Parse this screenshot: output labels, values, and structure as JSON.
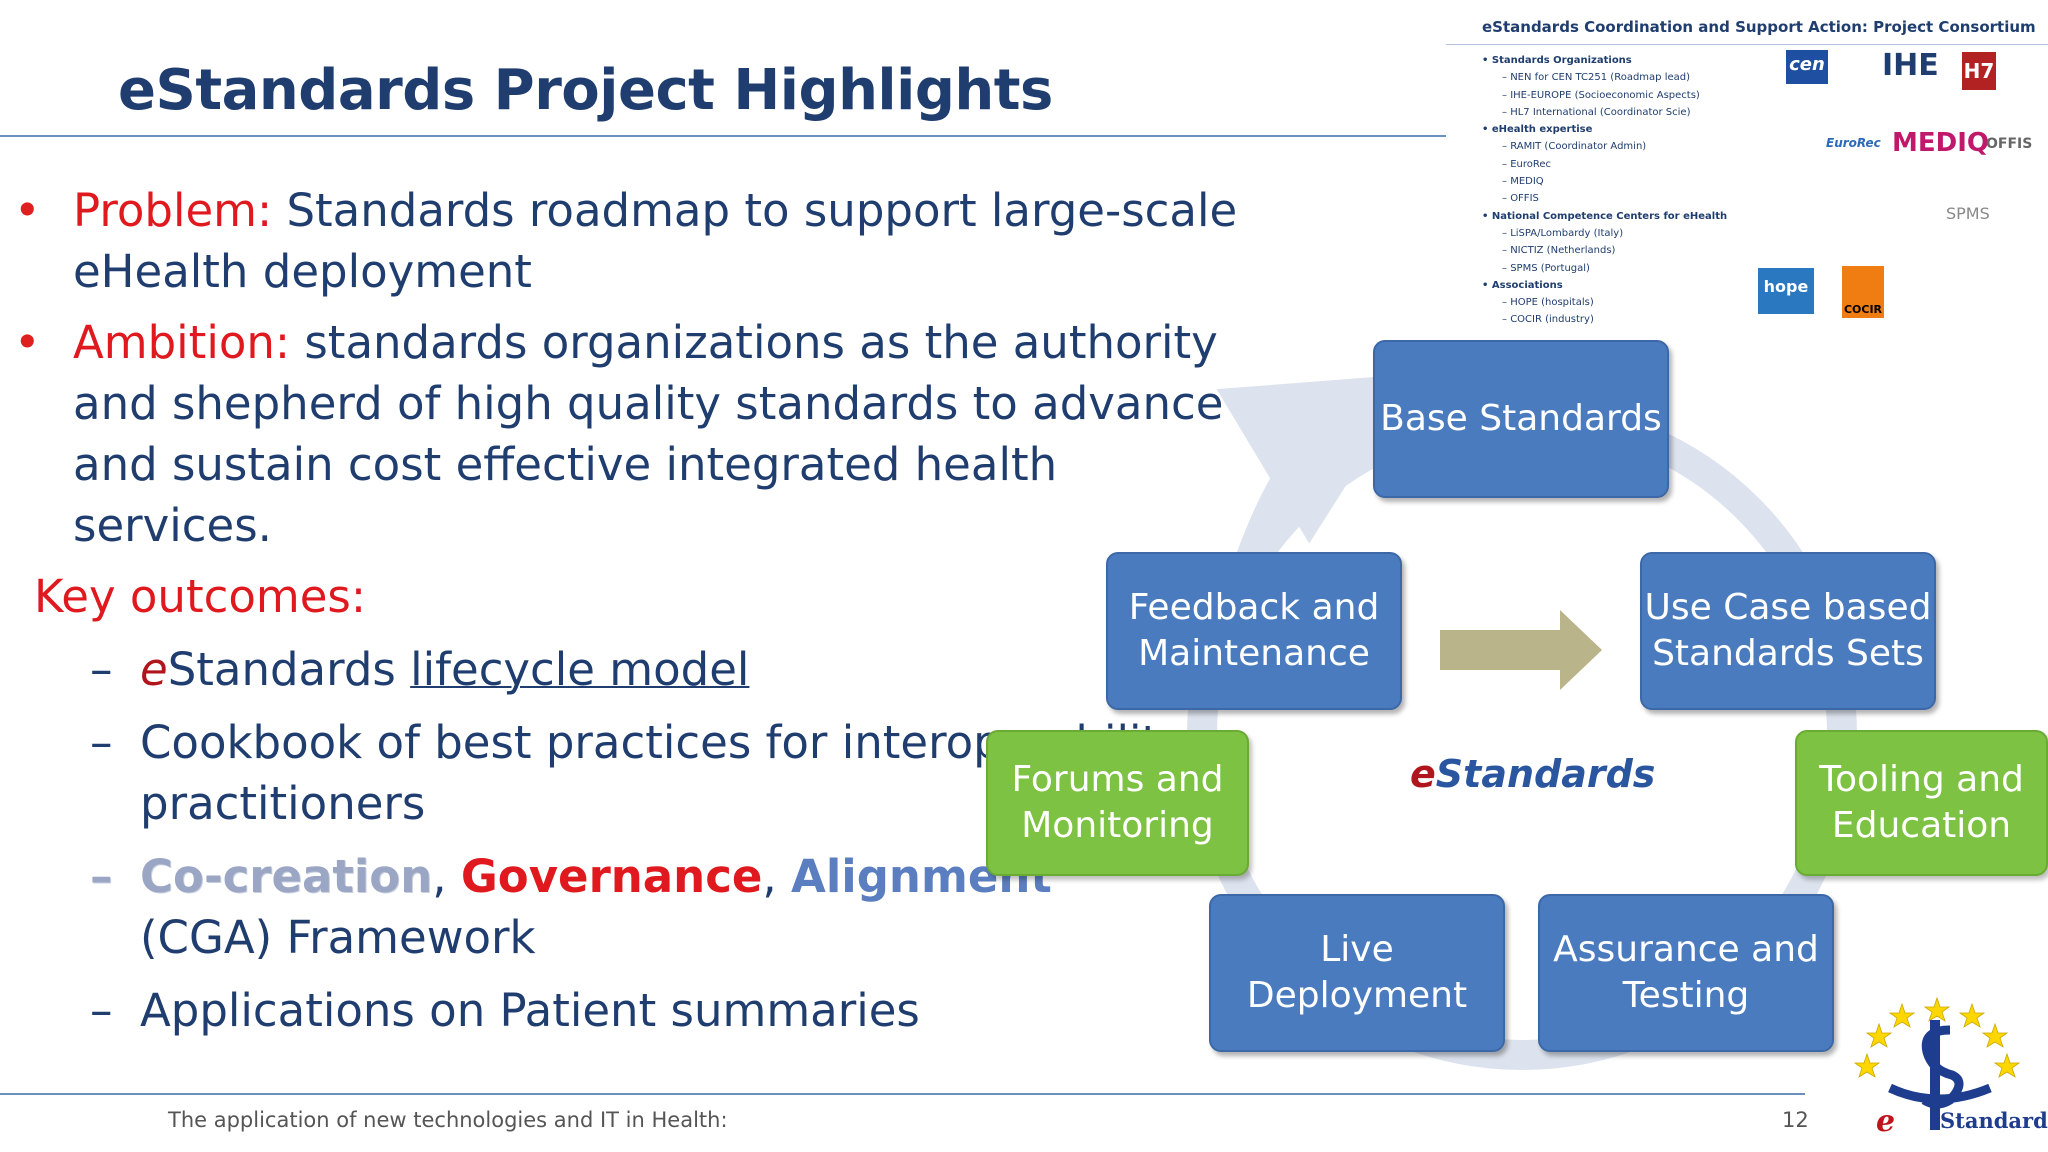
{
  "slide": {
    "title": "eStandards Project Highlights",
    "footer": "The application of new technologies and IT in Health:",
    "page_number": "12"
  },
  "bullets": [
    {
      "label": "Problem:",
      "text": " Standards roadmap to support large-scale eHealth deployment"
    },
    {
      "label": "Ambition:",
      "text": " standards organizations as the authority and shepherd of high quality standards to advance and sustain cost effective integrated health services."
    }
  ],
  "key_outcomes": {
    "heading": "Key outcomes:",
    "item1": {
      "e": "e",
      "rest": "Standards ",
      "link": "lifecycle model"
    },
    "item2": "Cookbook of best practices for interoperability practitioners",
    "item3": {
      "cocreation": "Co-creation",
      "comma1": ", ",
      "governance": "Governance",
      "comma2": ", ",
      "alignment": "Alignment",
      "rest": "(CGA) Framework"
    },
    "item4": "Applications on Patient summaries"
  },
  "consortium": {
    "title": "eStandards Coordination and Support Action: Project Consortium",
    "groups": [
      {
        "name": "Standards Organizations",
        "items": [
          "NEN for CEN TC251 (Roadmap lead)",
          "IHE-EUROPE (Socioeconomic Aspects)",
          "HL7 International (Coordinator Scie)"
        ]
      },
      {
        "name": "eHealth expertise",
        "items": [
          "RAMIT (Coordinator Admin)",
          "EuroRec",
          "MEDIQ",
          "OFFIS"
        ]
      },
      {
        "name": "National Competence Centers for eHealth",
        "items": [
          "LiSPA/Lombardy (Italy)",
          "NICTIZ (Netherlands)",
          "SPMS (Portugal)"
        ]
      },
      {
        "name": "Associations",
        "items": [
          "HOPE (hospitals)",
          "COCIR (industry)"
        ]
      }
    ],
    "logos": {
      "cen": "cen",
      "ihe": "IHE",
      "hl7": "H7",
      "mediq": "MEDIQ",
      "offis": "OFFIS",
      "eurorec": "EuroRec",
      "spms": "SPMS",
      "hope": "hope",
      "cocir": "COCIR"
    }
  },
  "cycle": {
    "center": {
      "e": "e",
      "rest": "Standards"
    },
    "boxes": {
      "base": "Base Standards",
      "usecase": "Use Case based Standards Sets",
      "tooling": "Tooling and Education",
      "assurance": "Assurance and Testing",
      "live": "Live Deployment",
      "forums": "Forums and Monitoring",
      "feedback": "Feedback and Maintenance"
    },
    "colors": {
      "blue": "#4a7bbf",
      "green": "#7dc242",
      "arc": "#dde3ee",
      "arrow": "#b9b48a"
    }
  },
  "brand": {
    "e": "e",
    "name": "Standards"
  }
}
